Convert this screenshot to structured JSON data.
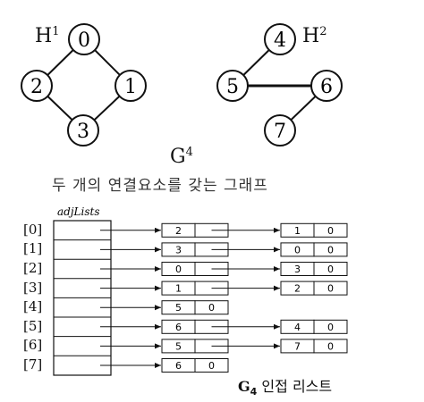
{
  "graph": {
    "h1_label": "H",
    "h1_sub": "1",
    "h2_label": "H",
    "h2_sub": "2",
    "g_label": "G",
    "g_sub": "4",
    "caption": "두 개의 연결요소를 갖는 그래프",
    "vertices": [
      "0",
      "1",
      "2",
      "3",
      "4",
      "5",
      "6",
      "7"
    ],
    "edges": [
      [
        "0",
        "2"
      ],
      [
        "0",
        "1"
      ],
      [
        "2",
        "3"
      ],
      [
        "1",
        "3"
      ],
      [
        "4",
        "5"
      ],
      [
        "5",
        "6"
      ],
      [
        "6",
        "7"
      ]
    ]
  },
  "adjacency": {
    "header": "adjLists",
    "indices": [
      "[0]",
      "[1]",
      "[2]",
      "[3]",
      "[4]",
      "[5]",
      "[6]",
      "[7]"
    ],
    "lists": [
      [
        [
          "2",
          ""
        ],
        [
          "1",
          "0"
        ]
      ],
      [
        [
          "3",
          ""
        ],
        [
          "0",
          "0"
        ]
      ],
      [
        [
          "0",
          ""
        ],
        [
          "3",
          "0"
        ]
      ],
      [
        [
          "1",
          ""
        ],
        [
          "2",
          "0"
        ]
      ],
      [
        [
          "5",
          "0"
        ]
      ],
      [
        [
          "6",
          ""
        ],
        [
          "4",
          "0"
        ]
      ],
      [
        [
          "5",
          ""
        ],
        [
          "7",
          "0"
        ]
      ],
      [
        [
          "6",
          "0"
        ]
      ]
    ],
    "caption_g": "G",
    "caption_sub": "4",
    "caption_text": " 인접 리스트"
  }
}
